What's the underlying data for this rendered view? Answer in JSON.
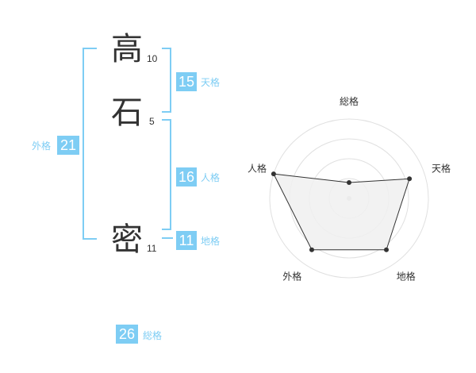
{
  "name": {
    "chars": [
      {
        "kanji": "高",
        "strokes": "10"
      },
      {
        "kanji": "石",
        "strokes": "5"
      },
      {
        "kanji": "密",
        "strokes": "11"
      }
    ]
  },
  "kaku": {
    "tenkaku": {
      "value": "15",
      "label": "天格"
    },
    "jinkaku": {
      "value": "16",
      "label": "人格"
    },
    "chikaku": {
      "value": "11",
      "label": "地格"
    },
    "gaikaku": {
      "value": "21",
      "label": "外格"
    },
    "soukaku": {
      "value": "26",
      "label": "総格"
    }
  },
  "colors": {
    "accent": "#7ecdf4",
    "text": "#333333",
    "radar_fill": "#f0f0f0",
    "ring": "#e0e0e0"
  },
  "chart_data": {
    "type": "radar",
    "axes": [
      "総格",
      "天格",
      "地格",
      "外格",
      "人格"
    ],
    "max": 5,
    "values": [
      1,
      4,
      4,
      4,
      5
    ],
    "rings": 4
  }
}
